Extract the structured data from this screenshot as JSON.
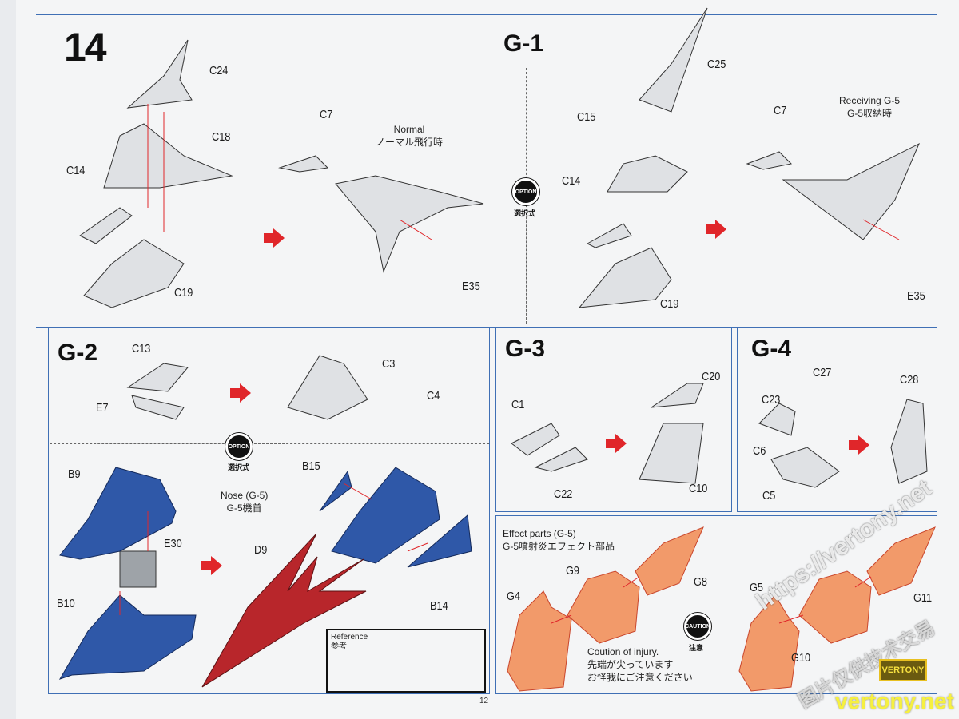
{
  "steps": {
    "s14": "14",
    "g1": "G-1",
    "g2": "G-2",
    "g3": "G-3",
    "g4": "G-4"
  },
  "notes": {
    "normal_en": "Normal",
    "normal_jp": "ノーマル飛行時",
    "receiving_en": "Receiving G-5",
    "receiving_jp": "G-5収納時",
    "nose_en": "Nose (G-5)",
    "nose_jp": "G-5機首",
    "reference_en": "Reference",
    "reference_jp": "参考",
    "effect_en": "Effect parts (G-5)",
    "effect_jp": "G-5噴射炎エフェクト部品",
    "caution_en": "Coution of injury.",
    "caution_jp1": "先端が尖っています",
    "caution_jp2": "お怪我にご注意ください"
  },
  "badges": {
    "option": "OPTION",
    "option_jp": "選択式",
    "caution": "CAUTION",
    "caution_jp": "注意"
  },
  "parts": [
    "C24",
    "C18",
    "C14",
    "C19",
    "C7",
    "E35",
    "C25",
    "C15",
    "C14",
    "C19",
    "C7",
    "E35",
    "C13",
    "E7",
    "C3",
    "C4",
    "B9",
    "E30",
    "B10",
    "B15",
    "D9",
    "B14",
    "C1",
    "C22",
    "C20",
    "C10",
    "C27",
    "C23",
    "C28",
    "C6",
    "C5",
    "G9",
    "G8",
    "G4",
    "G5",
    "G11",
    "G10"
  ],
  "page_number": "12",
  "watermark": {
    "url": "https://vertony.net",
    "logo": "VERTONY",
    "site": "vertony.net",
    "cn": "图片仅供技术交易"
  },
  "colors": {
    "frame": "#3f6fb5",
    "arrow": "#e0262a",
    "blue_part": "#2f58a8",
    "red_part": "#b8262b",
    "orange_part": "#f29a6a"
  }
}
